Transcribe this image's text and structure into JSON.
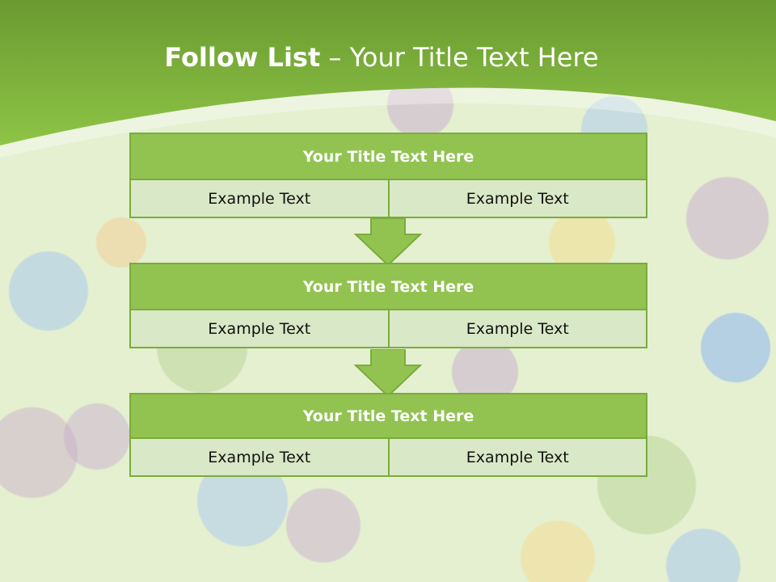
{
  "slide": {
    "title_bold": "Follow List",
    "title_rest": " – Your Title Text Here"
  },
  "blocks": [
    {
      "title": "Your Title Text Here",
      "left": "Example Text",
      "right": "Example Text"
    },
    {
      "title": "Your Title Text Here",
      "left": "Example Text",
      "right": "Example Text"
    },
    {
      "title": "Your Title Text Here",
      "left": "Example Text",
      "right": "Example Text"
    }
  ],
  "colors": {
    "header_green": "#7bb23c",
    "box_title_bg": "#92c351",
    "box_cell_bg": "#d9e8c6",
    "border": "#7aac3c"
  }
}
